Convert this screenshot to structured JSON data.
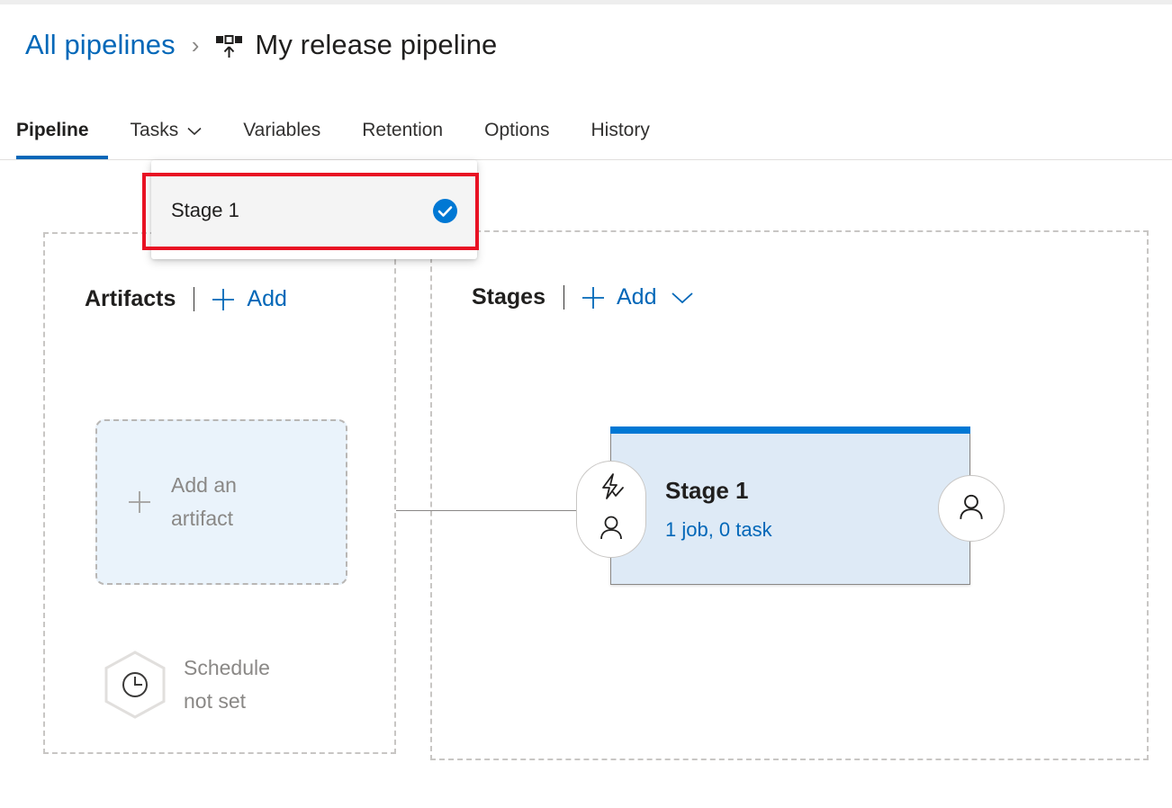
{
  "top_strip": {},
  "breadcrumb": {
    "root_label": "All pipelines",
    "separator": "›",
    "icon": "release-pipeline-icon",
    "title": "My release pipeline"
  },
  "tabs": [
    {
      "label": "Pipeline",
      "active": true,
      "has_chevron": false
    },
    {
      "label": "Tasks",
      "active": false,
      "has_chevron": true
    },
    {
      "label": "Variables",
      "active": false,
      "has_chevron": false
    },
    {
      "label": "Retention",
      "active": false,
      "has_chevron": false
    },
    {
      "label": "Options",
      "active": false,
      "has_chevron": false
    },
    {
      "label": "History",
      "active": false,
      "has_chevron": false
    }
  ],
  "dropdown": {
    "items": [
      {
        "label": "Stage 1",
        "selected": true,
        "check_icon": "check-circle-icon"
      }
    ]
  },
  "annotation": {
    "type": "red-highlight-rectangle",
    "color": "#e81123"
  },
  "artifacts": {
    "title": "Artifacts",
    "add_label": "Add",
    "add_icon": "plus-icon",
    "placeholder": {
      "icon": "plus-icon",
      "line1": "Add an",
      "line2": "artifact"
    },
    "schedule": {
      "icon": "clock-hexagon-icon",
      "line1": "Schedule",
      "line2": "not set"
    }
  },
  "stages": {
    "title": "Stages",
    "add_label": "Add",
    "add_icon": "plus-icon",
    "add_chevron_icon": "chevron-down-icon",
    "cards": [
      {
        "name": "Stage 1",
        "summary": "1 job, 0 task",
        "top_bar_color": "#0078d4",
        "body_color": "#deeaf6",
        "pre_deployment": {
          "trigger_icon": "lightning-check-icon",
          "approval_icon": "person-icon"
        },
        "post_deployment": {
          "approval_icon": "person-icon"
        }
      }
    ]
  },
  "colors": {
    "accent": "#0067b8",
    "stage_bar": "#0078d4",
    "stage_body": "#deeaf6",
    "artifact_box": "#eaf3fb",
    "annotation_red": "#e81123",
    "dashed_border": "#c8c6c4",
    "muted_text": "#8a8886"
  }
}
